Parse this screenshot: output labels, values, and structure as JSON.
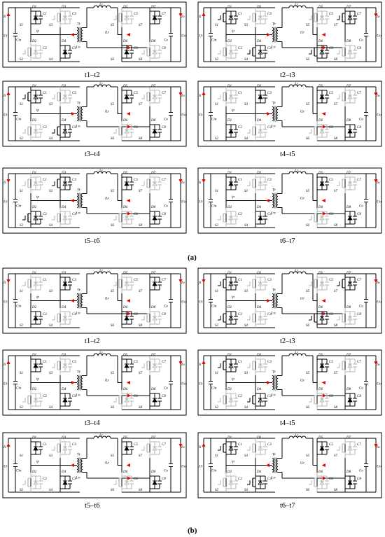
{
  "figure": {
    "section_labels": [
      "(a)",
      "(b)"
    ],
    "panel_captions": [
      [
        "t1–t2",
        "t2–t3",
        "t3–t4",
        "t4–t5",
        "t5–t6",
        "t6–t7"
      ],
      [
        "t1–t2",
        "t2–t3",
        "t3–t4",
        "t4–t5",
        "t5–t6",
        "t6–t7"
      ]
    ],
    "component_labels": {
      "inductor": "Lr",
      "transformer": "Tr",
      "ratio": "1:n",
      "input_current": "Ii",
      "input_voltage": "Ui",
      "input_cap": "Cin",
      "output_current": "Io",
      "output_voltage": "Uo",
      "output_cap": "Co",
      "primary_current": "ip",
      "secondary_current": "iLr",
      "switches_primary": [
        "S1",
        "S2",
        "S3",
        "S4"
      ],
      "switches_secondary": [
        "S5",
        "S6",
        "S7",
        "S8"
      ],
      "diodes_primary": [
        "D1",
        "D2",
        "D3",
        "D4"
      ],
      "diodes_secondary": [
        "D5",
        "D6",
        "D7",
        "D8"
      ],
      "caps_primary": [
        "C1",
        "C2",
        "C3",
        "C4"
      ],
      "caps_secondary": [
        "C5",
        "C6",
        "C7",
        "C8"
      ]
    },
    "colors": {
      "active": "#000000",
      "inactive": "#b5b5b5",
      "arrow": "#e00000"
    }
  }
}
